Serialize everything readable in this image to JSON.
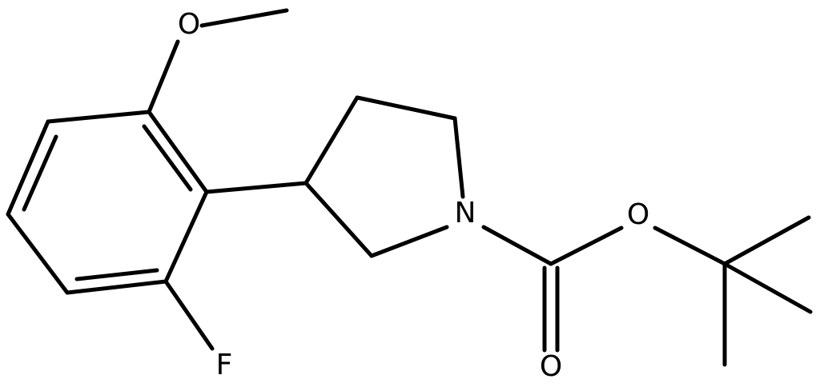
{
  "molecule": {
    "atoms": {
      "methoxy_oxygen": "O",
      "fluorine": "F",
      "ring_nitrogen": "N",
      "ester_oxygen": "O",
      "carbonyl_oxygen": "O"
    }
  },
  "colors": {
    "bond": "#000000",
    "label": "#000000",
    "background": "#ffffff"
  }
}
